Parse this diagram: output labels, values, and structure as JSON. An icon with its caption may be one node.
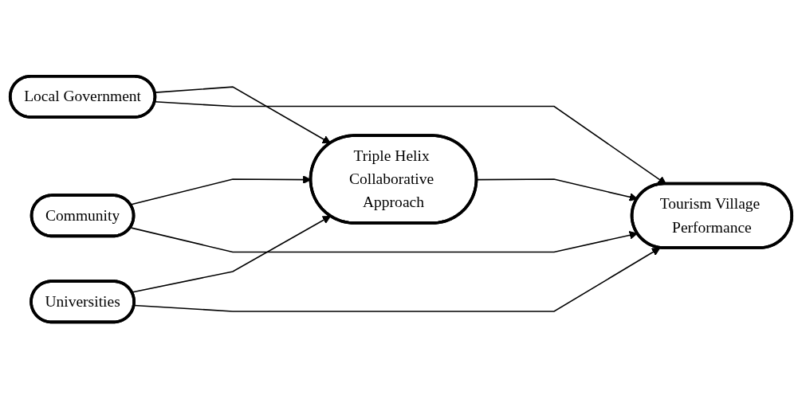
{
  "diagram": {
    "nodes": [
      {
        "text": [
          "Local Government"
        ]
      },
      {
        "text": [
          "Community"
        ]
      },
      {
        "text": [
          "Universities"
        ]
      },
      {
        "text": [
          "Triple Helix Collaborative Approach"
        ]
      },
      {
        "text": [
          "Tourism Village Performance"
        ]
      }
    ],
    "edges": [
      {
        "from": 0,
        "to": 3,
        "arrow": "to"
      },
      {
        "from": 0,
        "to": 4,
        "arrow": "to"
      },
      {
        "from": 1,
        "to": 3,
        "arrow": "to"
      },
      {
        "from": 1,
        "to": 4,
        "arrow": "to"
      },
      {
        "from": 2,
        "to": 3,
        "arrow": "to"
      },
      {
        "from": 2,
        "to": 4,
        "arrow": "to"
      },
      {
        "from": 3,
        "to": 4,
        "arrow": "to"
      }
    ]
  }
}
